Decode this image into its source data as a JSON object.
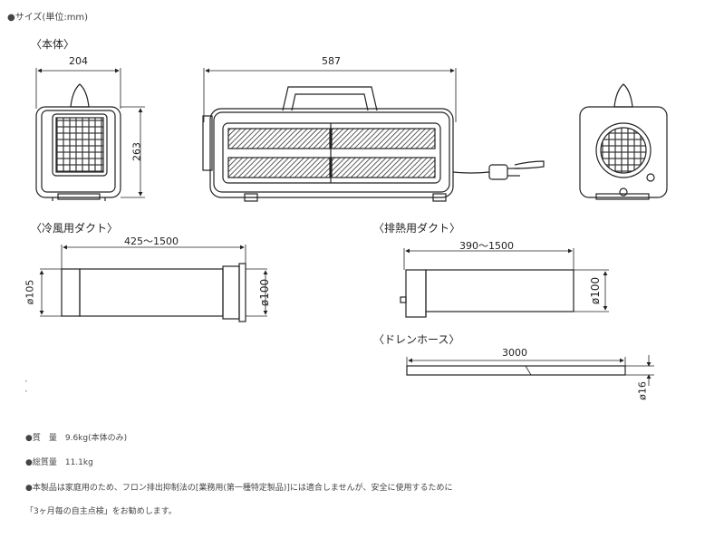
{
  "heading": "●サイズ(単位:mm)",
  "sections": {
    "body": "〈本体〉",
    "cool_duct": "〈冷風用ダクト〉",
    "exhaust_duct": "〈排熱用ダクト〉",
    "drain_hose": "〈ドレンホース〉"
  },
  "dims": {
    "front_width": "204",
    "height": "263",
    "side_length": "587",
    "cool_duct_len": "425～1500",
    "cool_duct_d1": "ø105",
    "cool_duct_d2": "ø100",
    "exhaust_duct_len": "390～1500",
    "exhaust_duct_d": "ø100",
    "drain_len": "3000",
    "drain_d": "ø16"
  },
  "specs": {
    "mass": "●質　量　9.6kg(本体のみ)",
    "gross_mass": "●総質量　11.1kg",
    "note1": "●本製品は家庭用のため、フロン排出抑制法の[業務用(第一種特定製品)]には適合しませんが、安全に使用するために",
    "note2": "「3ヶ月毎の自主点検」をお勧めします。"
  }
}
